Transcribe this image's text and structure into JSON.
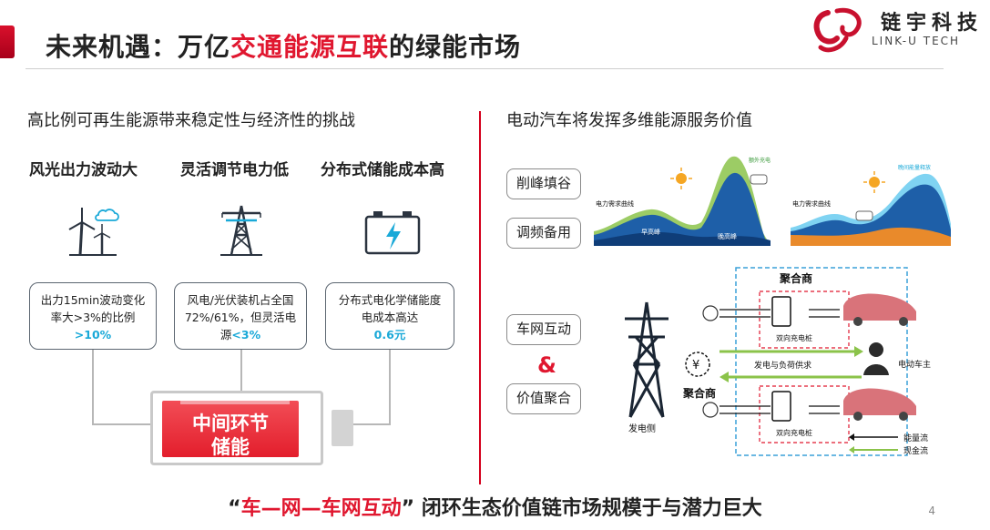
{
  "header": {
    "title_part1": "未来机遇：万亿",
    "title_highlight": "交通能源互联",
    "title_part2": "的绿能市场",
    "logo_text": "链宇科技",
    "logo_sub": "LINK-U TECH"
  },
  "left": {
    "heading": "高比例可再生能源带来稳定性与经济性的挑战",
    "columns": [
      {
        "title": "风光出力波动大",
        "icon": "wind-solar-icon",
        "line1": "出力15min波动变化",
        "line2": "率大>3%的比例",
        "highlight": ">10%"
      },
      {
        "title": "灵活调节电力低",
        "icon": "power-tower-icon",
        "line1": "风电/光伏装机占全国",
        "line2": "72%/61%，但灵活电",
        "line3_prefix": "源",
        "highlight": "<3%"
      },
      {
        "title": "分布式储能成本高",
        "icon": "battery-icon",
        "line1": "分布式电化学储能度",
        "line2": "电成本高达",
        "highlight": "0.6元"
      }
    ],
    "battery_line1": "中间环节",
    "battery_line2": "储能"
  },
  "right": {
    "heading": "电动汽车将发挥多维能源服务价值",
    "pills": [
      "削峰填谷",
      "调频备用",
      "车网互动",
      "价值聚合"
    ],
    "amp": "&",
    "chart_labels": {
      "demand_curve": "电力需求曲线",
      "morning_peak": "早高峰",
      "evening_peak": "晚高峰",
      "extra_charge": "额外充电高峰",
      "evening_release": "晚间能量释放"
    },
    "diagram": {
      "aggregator_top": "聚合商",
      "aggregator_mid": "聚合商",
      "charger_label": "双向充电桩",
      "gen_side": "发电侧",
      "flow_label": "发电与负荷供求",
      "ev_owner": "电动车主",
      "legend_energy": "能量流",
      "legend_cash": "现金流",
      "yen": "¥"
    }
  },
  "footer": {
    "quote_open": "“",
    "highlight": "车—网—车网互动",
    "quote_close": "”",
    "text": "闭环生态价值链市场规模于与潜力巨大",
    "page": "4"
  },
  "colors": {
    "accent": "#e0172f",
    "highlight_blue": "#1aa9d8",
    "divider": "#d4001c"
  }
}
